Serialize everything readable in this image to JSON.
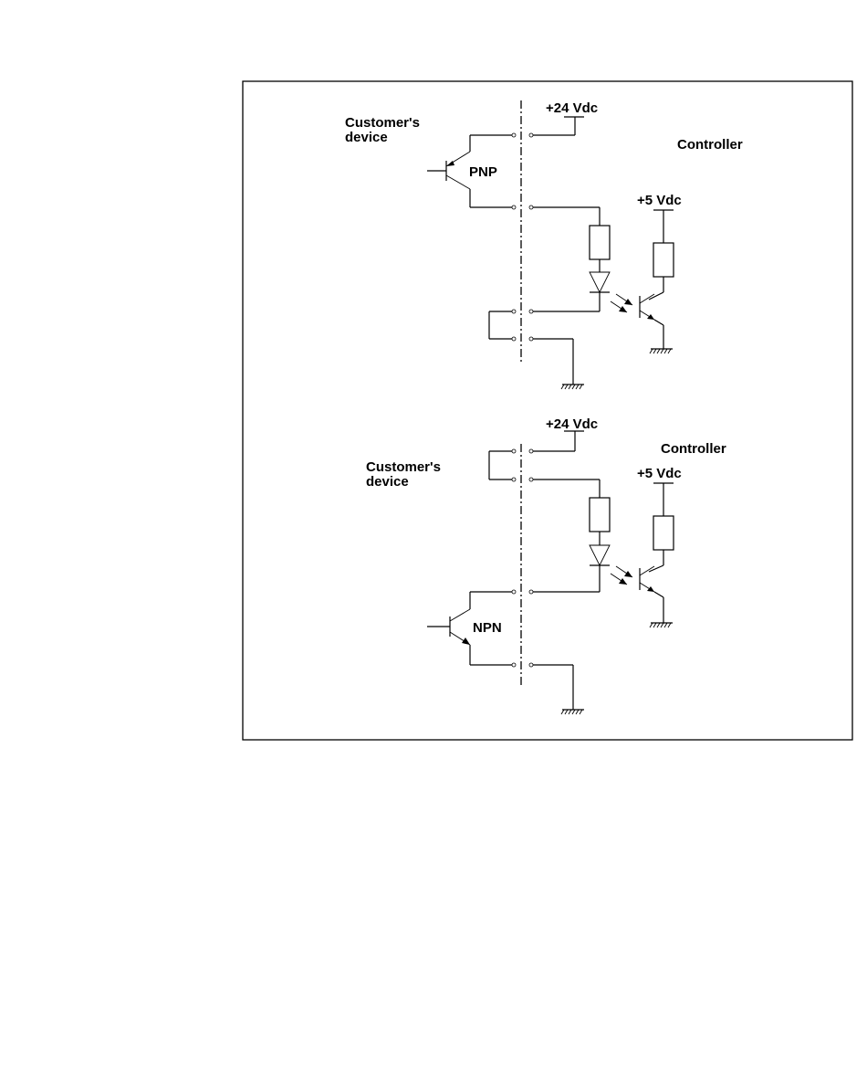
{
  "top_circuit": {
    "supply_24": "+24 Vdc",
    "customer_device": [
      "Customer's",
      "device"
    ],
    "controller": "Controller",
    "transistor_type": "PNP",
    "supply_5": "+5 Vdc"
  },
  "bottom_circuit": {
    "supply_24": "+24 Vdc",
    "customer_device": [
      "Customer's",
      "device"
    ],
    "controller": "Controller",
    "transistor_type": "NPN",
    "supply_5": "+5 Vdc"
  }
}
